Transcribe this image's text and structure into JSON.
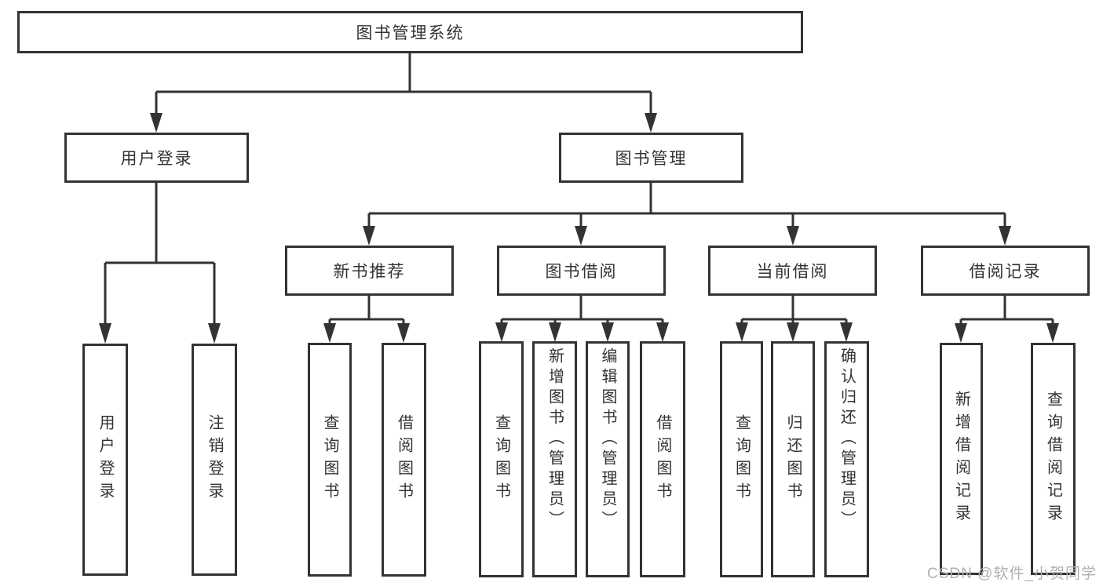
{
  "diagram": {
    "root": {
      "label": "图书管理系统"
    },
    "level1": [
      {
        "label": "用户登录"
      },
      {
        "label": "图书管理"
      }
    ],
    "level2": [
      {
        "label": "新书推荐"
      },
      {
        "label": "图书借阅"
      },
      {
        "label": "当前借阅"
      },
      {
        "label": "借阅记录"
      }
    ],
    "leaves": {
      "user": [
        "用户登录",
        "注销登录"
      ],
      "recommend": [
        "查询图书",
        "借阅图书"
      ],
      "borrow": [
        "查询图书",
        "新增图书（管理员）",
        "编辑图书（管理员）",
        "借阅图书"
      ],
      "current": [
        "查询图书",
        "归还图书",
        "确认归还（管理员）"
      ],
      "records": [
        "新增借阅记录",
        "查询借阅记录"
      ]
    }
  },
  "watermark": "CSDN @软件_小贺同学",
  "colors": {
    "line": "#333333",
    "text": "#333333",
    "watermark": "#b0b0b0",
    "background": "#ffffff"
  }
}
